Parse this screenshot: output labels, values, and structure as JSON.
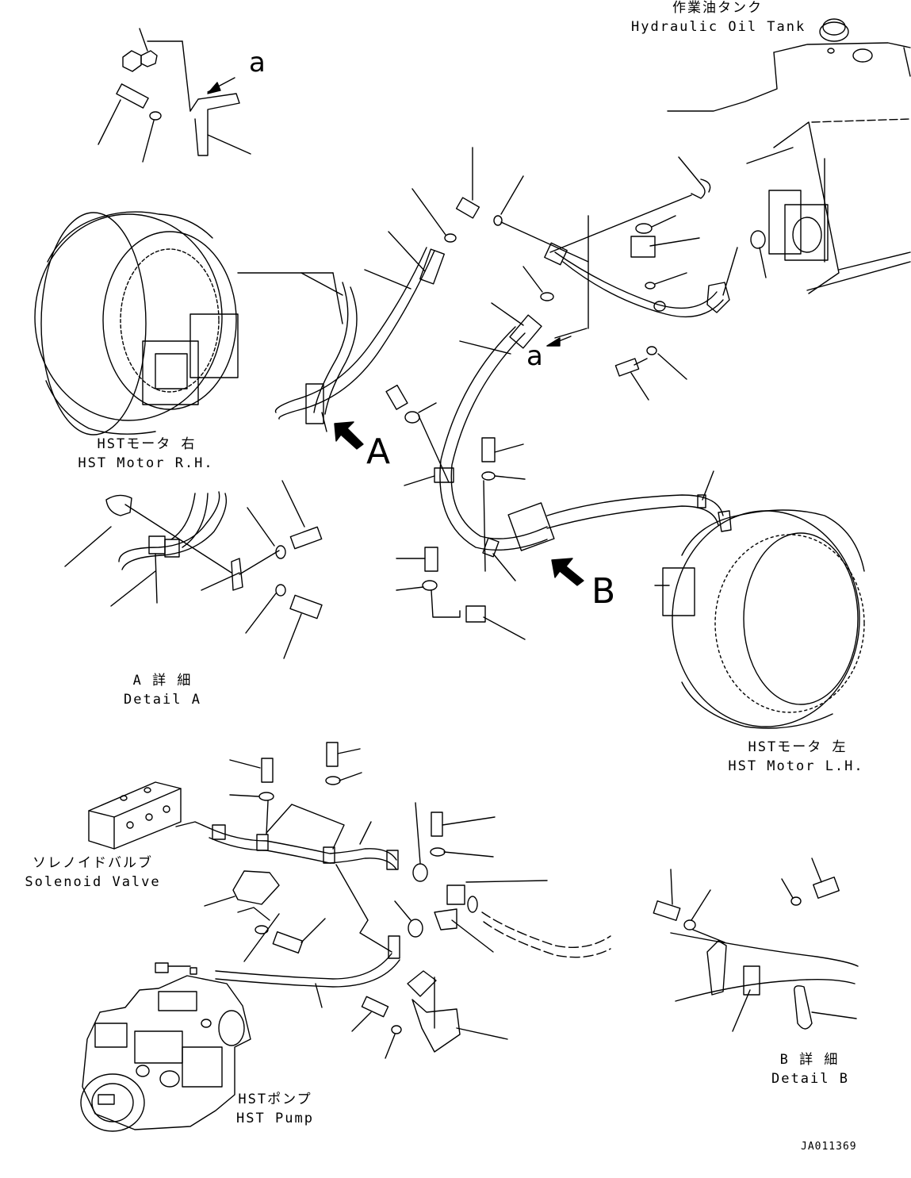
{
  "labels": {
    "hydraulic_tank_jp": "作業油タンク",
    "hydraulic_tank_en": "Hydraulic Oil Tank",
    "motor_rh_jp": "HSTモータ 右",
    "motor_rh_en": "HST Motor R.H.",
    "motor_lh_jp": "HSTモータ 左",
    "motor_lh_en": "HST Motor L.H.",
    "detail_a_jp": "A 詳 細",
    "detail_a_en": "Detail A",
    "detail_b_jp": "B 詳 細",
    "detail_b_en": "Detail B",
    "solenoid_jp": "ソレノイドバルブ",
    "solenoid_en": "Solenoid Valve",
    "pump_jp": "HSTポンプ",
    "pump_en": "HST Pump",
    "view_a": "A",
    "view_b": "B",
    "callout_a_top": "a",
    "callout_a_mid": "a",
    "drawing_code": "JA011369"
  }
}
